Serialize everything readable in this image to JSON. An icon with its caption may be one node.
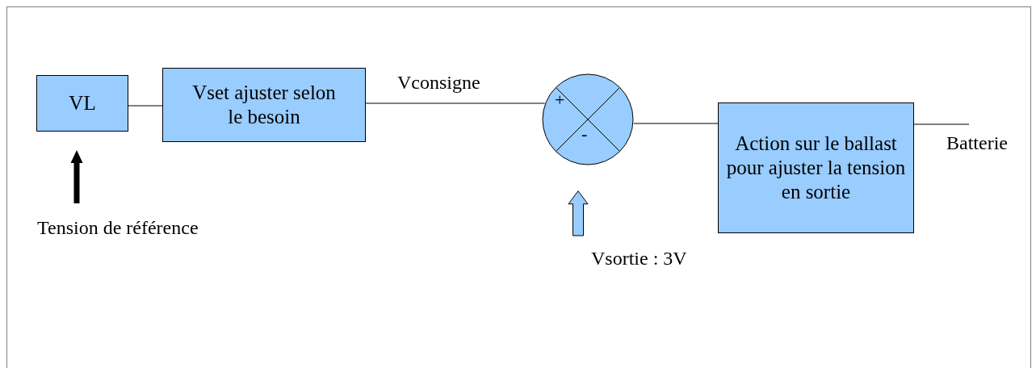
{
  "diagram": {
    "nodes": [
      {
        "text": [
          "VL"
        ]
      },
      {
        "text": [
          "Vset ajuster selon le besoin"
        ]
      },
      {
        "text": [
          "+",
          "-"
        ]
      },
      {
        "text": [
          "Action sur le ballast pour ajuster la tension en sortie"
        ]
      },
      {
        "text": [
          "Tension de référence"
        ]
      },
      {
        "text": [
          "Vsortie : 3V"
        ]
      },
      {
        "text": [
          "Batterie"
        ]
      }
    ],
    "edges": [
      {
        "from": 0,
        "to": 1,
        "arrow": "none"
      },
      {
        "from": 1,
        "to": 2,
        "arrow": "none",
        "label": "Vconsigne"
      },
      {
        "from": 2,
        "to": 3,
        "arrow": "none"
      },
      {
        "from": 3,
        "to": 6,
        "arrow": "none"
      },
      {
        "from": 4,
        "to": 0,
        "arrow": "to",
        "style": "thick"
      },
      {
        "from": 5,
        "to": 2,
        "arrow": "to",
        "style": "thick",
        "color": "#99ccff"
      }
    ]
  }
}
